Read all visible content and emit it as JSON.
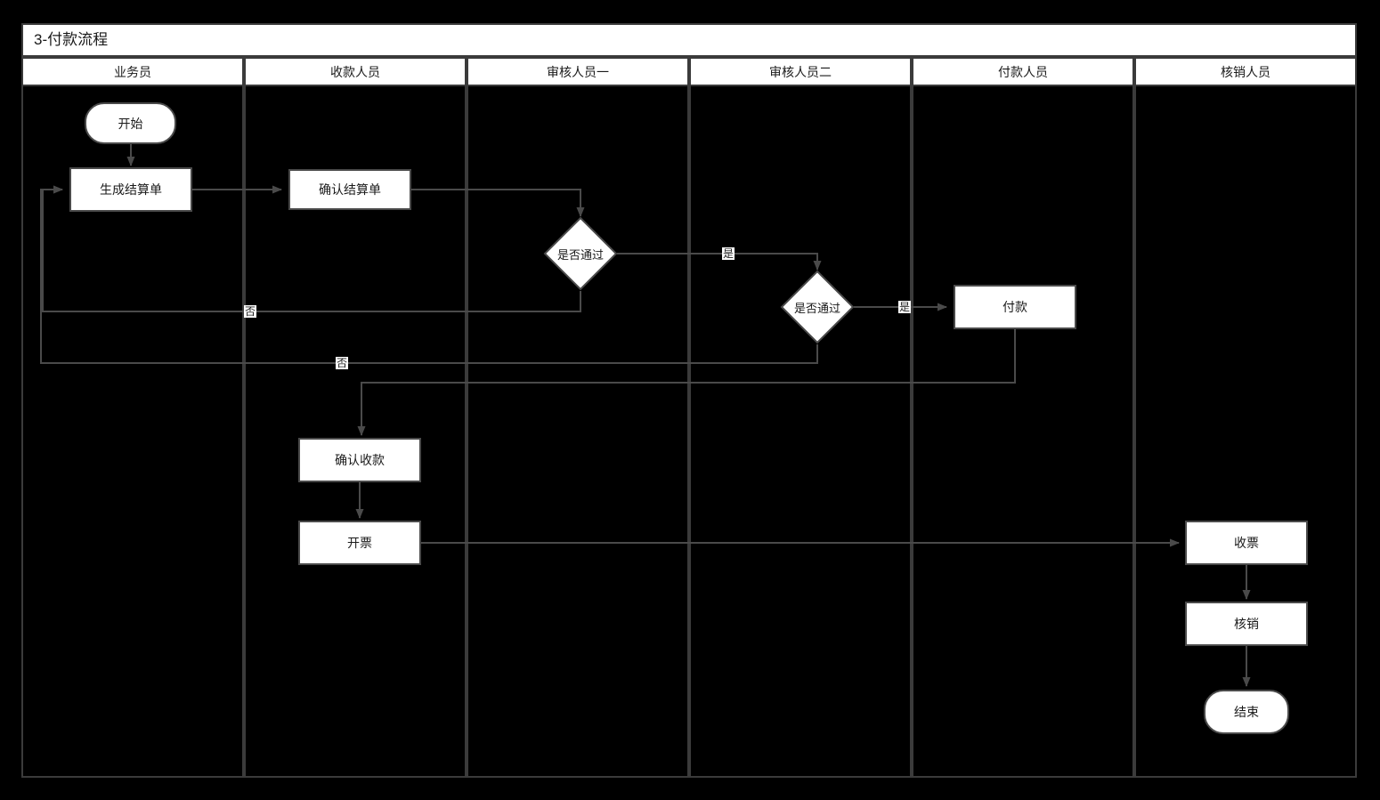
{
  "diagram": {
    "title": "3-付款流程",
    "type": "swimlane-flowchart",
    "lanes": [
      {
        "id": "lane-salesperson",
        "label": "业务员"
      },
      {
        "id": "lane-collector",
        "label": "收款人员"
      },
      {
        "id": "lane-reviewer-1",
        "label": "审核人员一"
      },
      {
        "id": "lane-reviewer-2",
        "label": "审核人员二"
      },
      {
        "id": "lane-payer",
        "label": "付款人员"
      },
      {
        "id": "lane-writeoff",
        "label": "核销人员"
      }
    ],
    "nodes": [
      {
        "id": "start",
        "label": "开始",
        "shape": "terminator",
        "lane": "业务员"
      },
      {
        "id": "create-settlement",
        "label": "生成结算单",
        "shape": "process",
        "lane": "业务员"
      },
      {
        "id": "confirm-settlement",
        "label": "确认结算单",
        "shape": "process",
        "lane": "收款人员"
      },
      {
        "id": "review-1",
        "label": "是否通过",
        "shape": "decision",
        "lane": "审核人员一"
      },
      {
        "id": "review-2",
        "label": "是否通过",
        "shape": "decision",
        "lane": "审核人员二"
      },
      {
        "id": "payment",
        "label": "付款",
        "shape": "process",
        "lane": "付款人员"
      },
      {
        "id": "confirm-receipt",
        "label": "确认收款",
        "shape": "process",
        "lane": "收款人员"
      },
      {
        "id": "invoice",
        "label": "开票",
        "shape": "process",
        "lane": "收款人员"
      },
      {
        "id": "receive-invoice",
        "label": "收票",
        "shape": "process",
        "lane": "核销人员"
      },
      {
        "id": "writeoff",
        "label": "核销",
        "shape": "process",
        "lane": "核销人员"
      },
      {
        "id": "end",
        "label": "结束",
        "shape": "terminator",
        "lane": "核销人员"
      }
    ],
    "edges": [
      {
        "from": "start",
        "to": "create-settlement",
        "label": ""
      },
      {
        "from": "create-settlement",
        "to": "confirm-settlement",
        "label": ""
      },
      {
        "from": "confirm-settlement",
        "to": "review-1",
        "label": ""
      },
      {
        "from": "review-1",
        "to": "review-2",
        "label": "是"
      },
      {
        "from": "review-1",
        "to": "create-settlement",
        "label": "否"
      },
      {
        "from": "review-2",
        "to": "payment",
        "label": "是"
      },
      {
        "from": "review-2",
        "to": "create-settlement",
        "label": "否"
      },
      {
        "from": "payment",
        "to": "confirm-receipt",
        "label": ""
      },
      {
        "from": "confirm-receipt",
        "to": "invoice",
        "label": ""
      },
      {
        "from": "invoice",
        "to": "receive-invoice",
        "label": ""
      },
      {
        "from": "receive-invoice",
        "to": "writeoff",
        "label": ""
      },
      {
        "from": "writeoff",
        "to": "end",
        "label": ""
      }
    ],
    "edge_labels": {
      "yes_1": "是",
      "yes_2": "是",
      "no_1": "否",
      "no_2": "否"
    },
    "colors": {
      "background": "#000000",
      "node_fill": "#ffffff",
      "node_border": "#4a4a4a",
      "lane_border": "#3b3b3b",
      "connector": "#4a4a4a",
      "text": "#1a1a1a"
    }
  }
}
